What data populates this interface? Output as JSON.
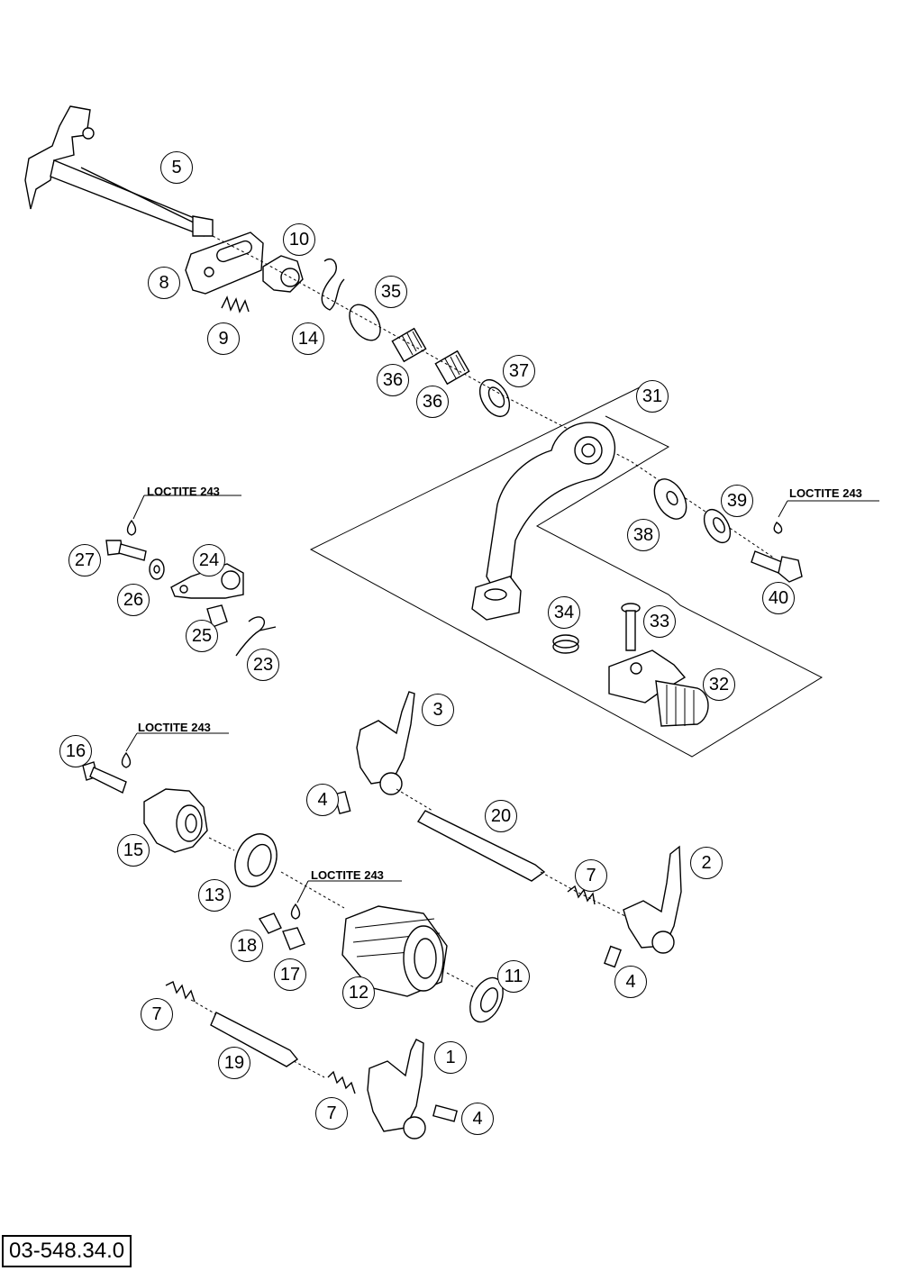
{
  "diagram": {
    "document_number": "03-548.34.0",
    "loctite_label": "LOCTITE 243",
    "callouts": [
      "5",
      "8",
      "10",
      "9",
      "14",
      "35",
      "36",
      "36",
      "37",
      "31",
      "38",
      "39",
      "40",
      "27",
      "24",
      "26",
      "25",
      "23",
      "34",
      "33",
      "32",
      "3",
      "16",
      "4",
      "20",
      "15",
      "13",
      "7",
      "2",
      "18",
      "17",
      "12",
      "11",
      "4",
      "7",
      "19",
      "1",
      "7",
      "4"
    ]
  }
}
